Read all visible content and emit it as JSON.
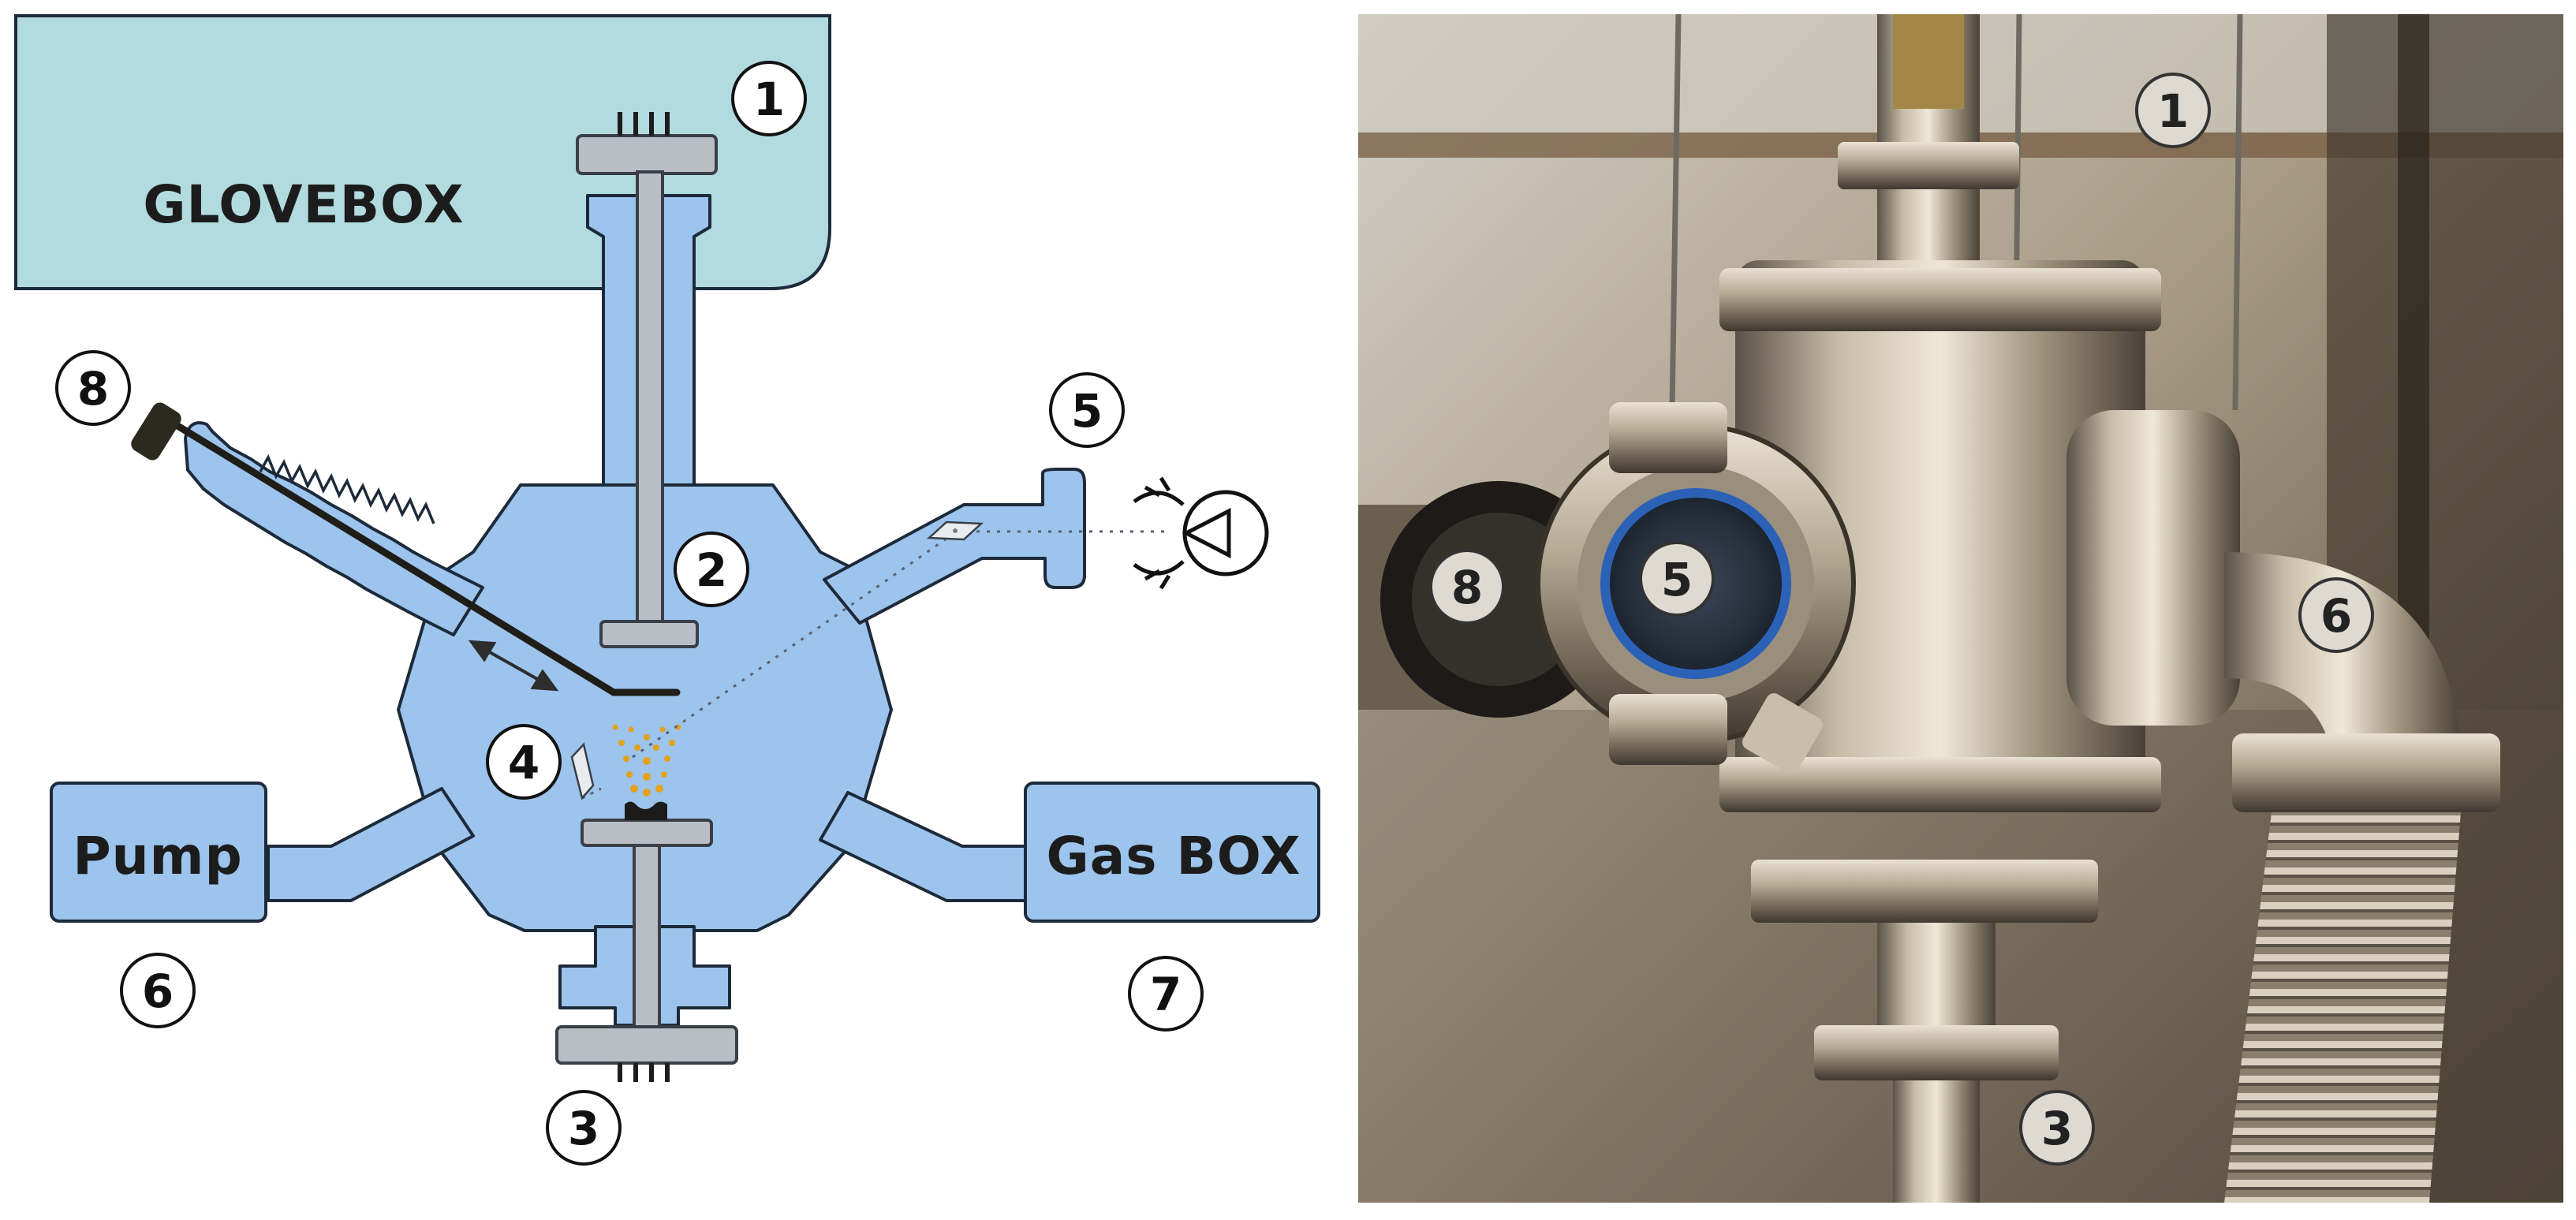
{
  "diagram": {
    "glovebox_label": "GLOVEBOX",
    "pump_label": "Pump",
    "gasbox_label": "Gas BOX",
    "callouts": [
      "1",
      "2",
      "3",
      "4",
      "5",
      "6",
      "7",
      "8"
    ]
  },
  "photo": {
    "callouts": [
      "1",
      "3",
      "5",
      "6",
      "8"
    ]
  },
  "colors": {
    "glovebox_fill": "#b2dbe0",
    "chamber_fill": "#9cc4ec",
    "chamber_stroke": "#1d2a3a",
    "flange_fill": "#b9bdc4",
    "flange_stroke": "#3a3f47",
    "manipulator": "#1f1d18",
    "sputter": "#e3a21a"
  }
}
